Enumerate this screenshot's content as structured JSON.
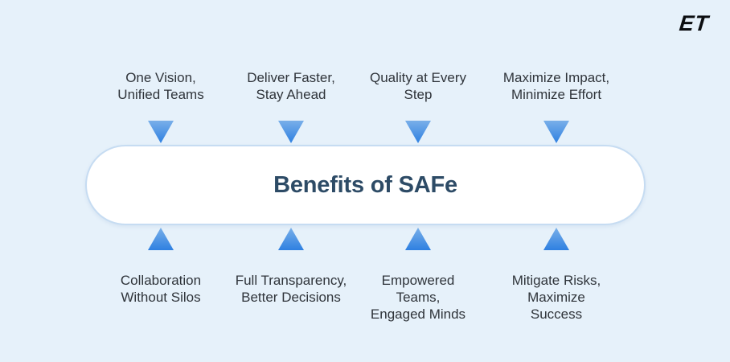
{
  "logo": "ET",
  "pill": {
    "title": "Benefits of SAFe"
  },
  "top_benefits": [
    "One Vision,\nUnified Teams",
    "Deliver Faster,\nStay Ahead",
    "Quality at Every\nStep",
    "Maximize Impact,\nMinimize Effort"
  ],
  "bottom_benefits": [
    "Collaboration\nWithout Silos",
    "Full Transparency,\nBetter Decisions",
    "Empowered\nTeams,\nEngaged Minds",
    "Mitigate Risks,\nMaximize\nSuccess"
  ],
  "colors": {
    "background": "#e6f1fa",
    "pill_background": "#ffffff",
    "pill_border": "#c6dcf2",
    "title_text": "#2d4b66",
    "label_text": "#2f343a",
    "arrow_gradient_top": "#79afe9",
    "arrow_gradient_bottom": "#2e80e1",
    "logo_text": "#0b0d10"
  }
}
